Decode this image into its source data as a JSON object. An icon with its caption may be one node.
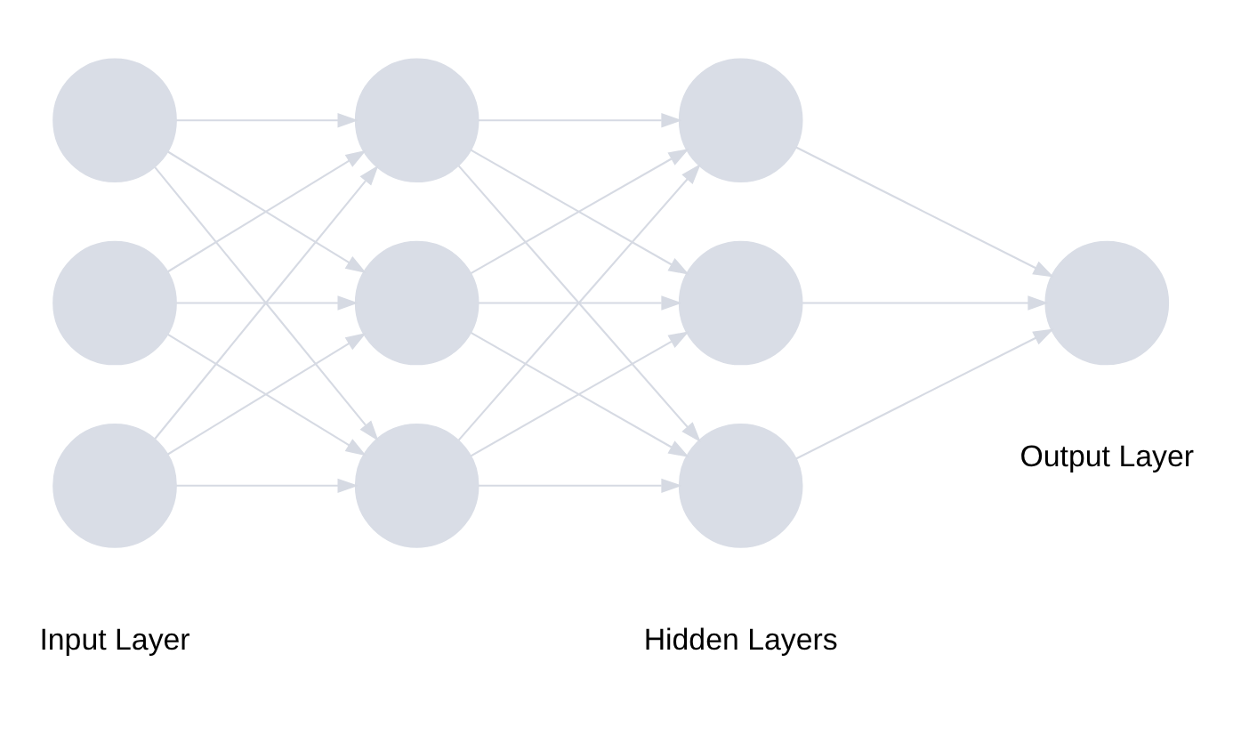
{
  "diagram": {
    "nodes": [
      {
        "text": [],
        "shape": "circle"
      },
      {
        "text": [],
        "shape": "circle"
      },
      {
        "text": [],
        "shape": "circle"
      },
      {
        "text": [],
        "shape": "circle"
      },
      {
        "text": [],
        "shape": "circle"
      },
      {
        "text": [],
        "shape": "circle"
      },
      {
        "text": [],
        "shape": "circle"
      },
      {
        "text": [],
        "shape": "circle"
      },
      {
        "text": [],
        "shape": "circle"
      },
      {
        "text": [],
        "shape": "circle"
      }
    ],
    "edges": [
      {
        "from": 0,
        "to": 3,
        "arrow": "to"
      },
      {
        "from": 0,
        "to": 4,
        "arrow": "to"
      },
      {
        "from": 0,
        "to": 5,
        "arrow": "to"
      },
      {
        "from": 1,
        "to": 3,
        "arrow": "to"
      },
      {
        "from": 1,
        "to": 4,
        "arrow": "to"
      },
      {
        "from": 1,
        "to": 5,
        "arrow": "to"
      },
      {
        "from": 2,
        "to": 3,
        "arrow": "to"
      },
      {
        "from": 2,
        "to": 4,
        "arrow": "to"
      },
      {
        "from": 2,
        "to": 5,
        "arrow": "to"
      },
      {
        "from": 3,
        "to": 6,
        "arrow": "to"
      },
      {
        "from": 3,
        "to": 7,
        "arrow": "to"
      },
      {
        "from": 3,
        "to": 8,
        "arrow": "to"
      },
      {
        "from": 4,
        "to": 6,
        "arrow": "to"
      },
      {
        "from": 4,
        "to": 7,
        "arrow": "to"
      },
      {
        "from": 4,
        "to": 8,
        "arrow": "to"
      },
      {
        "from": 5,
        "to": 6,
        "arrow": "to"
      },
      {
        "from": 5,
        "to": 7,
        "arrow": "to"
      },
      {
        "from": 5,
        "to": 8,
        "arrow": "to"
      },
      {
        "from": 6,
        "to": 9,
        "arrow": "to"
      },
      {
        "from": 7,
        "to": 9,
        "arrow": "to"
      },
      {
        "from": 8,
        "to": 9,
        "arrow": "to"
      }
    ],
    "labels": [
      "Input Layer",
      "Hidden Layers",
      "Output Layer"
    ]
  }
}
